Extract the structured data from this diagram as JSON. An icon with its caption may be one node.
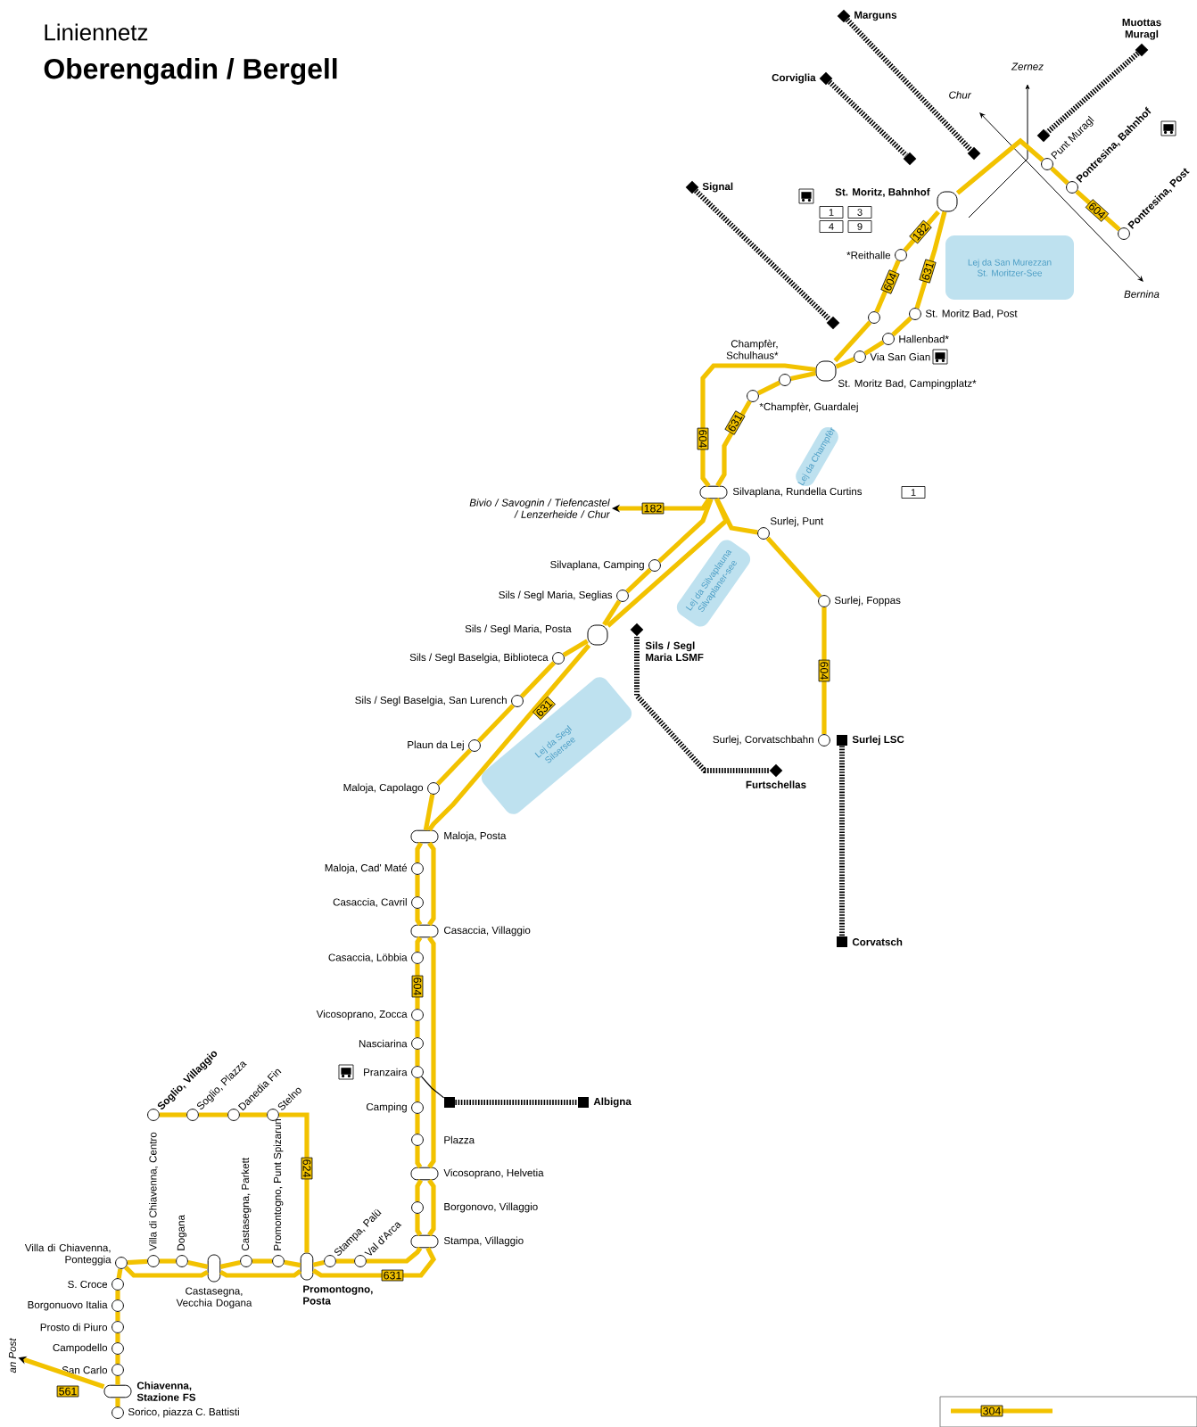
{
  "diagram": {
    "title": "Liniennetz",
    "nodes": [
      {
        "text": [
          "St. Moritz, Bahnhof"
        ]
      },
      {
        "text": [
          "Punt Muragl"
        ]
      },
      {
        "text": [
          "Pontresina, Bahnhof"
        ]
      },
      {
        "text": [
          "Pontresina, Post"
        ]
      },
      {
        "text": [
          "*Reithalle"
        ]
      },
      {
        "text": [],
        "shape": "circle"
      },
      {
        "text": [
          "St. Moritz Bad, Post"
        ]
      },
      {
        "text": [
          "Hallenbad*"
        ]
      },
      {
        "text": [
          "Via San Gian"
        ]
      },
      {
        "text": [
          "St. Moritz Bad, Campingplatz*"
        ]
      },
      {
        "text": [
          "Champfèr, Schulhaus*"
        ]
      },
      {
        "text": [
          "*Champfèr, Guardalej"
        ]
      },
      {
        "text": [
          "Silvaplana, Rundella Curtins"
        ]
      },
      {
        "text": [
          "Bivio / Savognin / Tiefencastel / Lenzerheide / Chur"
        ]
      },
      {
        "text": [
          "Surlej, Punt"
        ]
      },
      {
        "text": [
          "Surlej, Foppas"
        ]
      },
      {
        "text": [
          "Surlej, Corvatschbahn"
        ]
      },
      {
        "text": [
          "Silvaplana, Camping"
        ]
      },
      {
        "text": [
          "Sils / Segl Maria, Seglias"
        ]
      },
      {
        "text": [
          "Sils / Segl Maria, Posta"
        ]
      },
      {
        "text": [
          "Sils / Segl Baselgia, Biblioteca"
        ]
      },
      {
        "text": [
          "Sils / Segl Baselgia, San Lurench"
        ]
      },
      {
        "text": [
          "Plaun da Lej"
        ]
      },
      {
        "text": [
          "Maloja, Capolago"
        ]
      },
      {
        "text": [
          "Maloja, Posta"
        ]
      },
      {
        "text": [
          "Maloja, Cad' Maté"
        ]
      },
      {
        "text": [
          "Casaccia, Cavril"
        ]
      },
      {
        "text": [
          "Casaccia, Villaggio"
        ]
      },
      {
        "text": [
          "Casaccia, Löbbia"
        ]
      },
      {
        "text": [
          "Vicosoprano, Zocca"
        ]
      },
      {
        "text": [
          "Nasciarina"
        ]
      },
      {
        "text": [
          "Pranzaira"
        ]
      },
      {
        "text": [
          "Camping"
        ]
      },
      {
        "text": [
          "Plazza"
        ]
      },
      {
        "text": [
          "Vicosoprano, Helvetia"
        ]
      },
      {
        "text": [
          "Borgonovo, Villaggio"
        ]
      },
      {
        "text": [
          "Stampa, Villaggio"
        ]
      },
      {
        "text": [
          "Val d'Arca"
        ]
      },
      {
        "text": [
          "Stampa, Palü"
        ]
      },
      {
        "text": [
          "Promontogno, Posta"
        ]
      },
      {
        "text": [
          "Promontogno, Punt Spizarun"
        ]
      },
      {
        "text": [
          "Castasegna, Parkett"
        ]
      },
      {
        "text": [
          "Castasegna, Vecchia Dogana"
        ]
      },
      {
        "text": [
          "Dogana"
        ]
      },
      {
        "text": [
          "Villa di Chiavenna, Centro"
        ]
      },
      {
        "text": [
          "Villa di Chiavenna, Ponteggia"
        ]
      },
      {
        "text": [
          "S. Croce"
        ]
      },
      {
        "text": [
          "Borgonuovo Italia"
        ]
      },
      {
        "text": [
          "Prosto di Piuro"
        ]
      },
      {
        "text": [
          "Campodello"
        ]
      },
      {
        "text": [
          "San Carlo"
        ]
      },
      {
        "text": [
          "Chiavenna, Stazione FS"
        ]
      },
      {
        "text": [
          "Sorico, piazza C. Battisti"
        ]
      },
      {
        "text": [
          "an Post"
        ]
      },
      {
        "text": [
          "Soglio, Villaggio"
        ]
      },
      {
        "text": [
          "Soglio, Plazza"
        ]
      },
      {
        "text": [
          "Danedia Fin"
        ]
      },
      {
        "text": [
          "Stelno"
        ]
      },
      {
        "text": [
          "Signal"
        ]
      },
      {
        "text": [],
        "shape": "diamond"
      },
      {
        "text": [
          "Corviglia"
        ]
      },
      {
        "text": [],
        "shape": "diamond"
      },
      {
        "text": [
          "Marguns"
        ]
      },
      {
        "text": [],
        "shape": "diamond"
      },
      {
        "text": [
          "Muottas Muragl"
        ]
      },
      {
        "text": [],
        "shape": "diamond"
      },
      {
        "text": [
          "Sils / Segl Maria LSMF"
        ]
      },
      {
        "text": [
          "Furtschellas"
        ]
      },
      {
        "text": [
          "Surlej LSC"
        ]
      },
      {
        "text": [
          "Corvatsch"
        ]
      },
      {
        "text": [],
        "shape": "box"
      },
      {
        "text": [
          "Albigna"
        ]
      },
      {
        "text": [
          "Lej da San Murezzan",
          "St. Moritzer-See"
        ]
      },
      {
        "text": [
          "Lej da Champfèr"
        ]
      },
      {
        "text": [
          "Lej da Silvaplauna",
          "Silvaplaner-see"
        ]
      },
      {
        "text": [
          "Lej da Segl",
          "Silsersee"
        ]
      }
    ],
    "edges": [
      {
        "from": 0,
        "to": 1,
        "arrow": "none"
      },
      {
        "from": 1,
        "to": 2,
        "arrow": "none"
      },
      {
        "from": 2,
        "to": 3,
        "arrow": "none"
      },
      {
        "from": 0,
        "to": 4,
        "arrow": "none"
      },
      {
        "from": 4,
        "to": 5,
        "arrow": "none"
      },
      {
        "from": 5,
        "to": 9,
        "arrow": "none"
      },
      {
        "from": 9,
        "to": 12,
        "arrow": "none"
      },
      {
        "from": 0,
        "to": 6,
        "arrow": "none"
      },
      {
        "from": 6,
        "to": 7,
        "arrow": "none"
      },
      {
        "from": 7,
        "to": 8,
        "arrow": "none"
      },
      {
        "from": 8,
        "to": 9,
        "arrow": "none"
      },
      {
        "from": 9,
        "to": 10,
        "arrow": "none"
      },
      {
        "from": 10,
        "to": 11,
        "arrow": "none"
      },
      {
        "from": 11,
        "to": 12,
        "arrow": "none"
      },
      {
        "from": 12,
        "to": 13,
        "arrow": "to"
      },
      {
        "from": 12,
        "to": 14,
        "arrow": "none"
      },
      {
        "from": 14,
        "to": 15,
        "arrow": "none"
      },
      {
        "from": 15,
        "to": 16,
        "arrow": "none"
      },
      {
        "from": 12,
        "to": 17,
        "arrow": "none"
      },
      {
        "from": 17,
        "to": 18,
        "arrow": "none"
      },
      {
        "from": 18,
        "to": 19,
        "arrow": "none"
      },
      {
        "from": 19,
        "to": 20,
        "arrow": "none"
      },
      {
        "from": 20,
        "to": 21,
        "arrow": "none"
      },
      {
        "from": 21,
        "to": 22,
        "arrow": "none"
      },
      {
        "from": 22,
        "to": 23,
        "arrow": "none"
      },
      {
        "from": 23,
        "to": 24,
        "arrow": "none"
      },
      {
        "from": 24,
        "to": 25,
        "arrow": "none"
      },
      {
        "from": 25,
        "to": 26,
        "arrow": "none"
      },
      {
        "from": 26,
        "to": 27,
        "arrow": "none"
      },
      {
        "from": 27,
        "to": 28,
        "arrow": "none"
      },
      {
        "from": 28,
        "to": 29,
        "arrow": "none"
      },
      {
        "from": 29,
        "to": 30,
        "arrow": "none"
      },
      {
        "from": 30,
        "to": 31,
        "arrow": "none"
      },
      {
        "from": 31,
        "to": 32,
        "arrow": "none"
      },
      {
        "from": 32,
        "to": 33,
        "arrow": "none"
      },
      {
        "from": 33,
        "to": 34,
        "arrow": "none"
      },
      {
        "from": 34,
        "to": 35,
        "arrow": "none"
      },
      {
        "from": 35,
        "to": 36,
        "arrow": "none"
      },
      {
        "from": 36,
        "to": 37,
        "arrow": "none"
      },
      {
        "from": 37,
        "to": 38,
        "arrow": "none"
      },
      {
        "from": 38,
        "to": 39,
        "arrow": "none"
      },
      {
        "from": 39,
        "to": 40,
        "arrow": "none"
      },
      {
        "from": 40,
        "to": 41,
        "arrow": "none"
      },
      {
        "from": 41,
        "to": 42,
        "arrow": "none"
      },
      {
        "from": 42,
        "to": 43,
        "arrow": "none"
      },
      {
        "from": 43,
        "to": 44,
        "arrow": "none"
      },
      {
        "from": 44,
        "to": 45,
        "arrow": "none"
      },
      {
        "from": 12,
        "to": 19,
        "arrow": "none"
      },
      {
        "from": 19,
        "to": 24,
        "arrow": "none"
      },
      {
        "from": 24,
        "to": 27,
        "arrow": "none"
      },
      {
        "from": 27,
        "to": 34,
        "arrow": "none"
      },
      {
        "from": 34,
        "to": 36,
        "arrow": "none"
      },
      {
        "from": 36,
        "to": 39,
        "arrow": "none"
      },
      {
        "from": 39,
        "to": 42,
        "arrow": "none"
      },
      {
        "from": 42,
        "to": 45,
        "arrow": "none"
      },
      {
        "from": 45,
        "to": 46,
        "arrow": "none"
      },
      {
        "from": 46,
        "to": 47,
        "arrow": "none"
      },
      {
        "from": 47,
        "to": 48,
        "arrow": "none"
      },
      {
        "from": 48,
        "to": 49,
        "arrow": "none"
      },
      {
        "from": 49,
        "to": 50,
        "arrow": "none"
      },
      {
        "from": 50,
        "to": 51,
        "arrow": "none"
      },
      {
        "from": 51,
        "to": 52,
        "arrow": "none"
      },
      {
        "from": 51,
        "to": 53,
        "arrow": "to"
      },
      {
        "from": 54,
        "to": 55,
        "arrow": "none"
      },
      {
        "from": 55,
        "to": 56,
        "arrow": "none"
      },
      {
        "from": 56,
        "to": 57,
        "arrow": "none"
      },
      {
        "from": 57,
        "to": 39,
        "arrow": "none"
      },
      {
        "from": 58,
        "to": 59,
        "arrow": "none",
        "style": "dashed",
        "color": "#000000"
      },
      {
        "from": 60,
        "to": 61,
        "arrow": "none",
        "style": "dashed",
        "color": "#000000"
      },
      {
        "from": 62,
        "to": 63,
        "arrow": "none",
        "style": "dashed",
        "color": "#000000"
      },
      {
        "from": 64,
        "to": 65,
        "arrow": "none",
        "style": "dashed",
        "color": "#000000"
      },
      {
        "from": 66,
        "to": 67,
        "arrow": "none",
        "style": "dashed",
        "color": "#000000"
      },
      {
        "from": 68,
        "to": 69,
        "arrow": "none",
        "style": "dashed",
        "color": "#000000"
      },
      {
        "from": 70,
        "to": 71,
        "arrow": "none",
        "style": "dashed",
        "color": "#000000"
      },
      {
        "from": 31,
        "to": 70,
        "arrow": "none",
        "color": "#000000"
      }
    ],
    "labels": [
      "Oberengadin / Bergell",
      "Zernez",
      "Chur",
      "1",
      "3",
      "4",
      "9",
      "182",
      "604",
      "631",
      "604",
      "Bernina",
      "631",
      "604",
      "1",
      "182",
      "604",
      "631",
      "604",
      "624",
      "631",
      "561",
      "304"
    ]
  }
}
